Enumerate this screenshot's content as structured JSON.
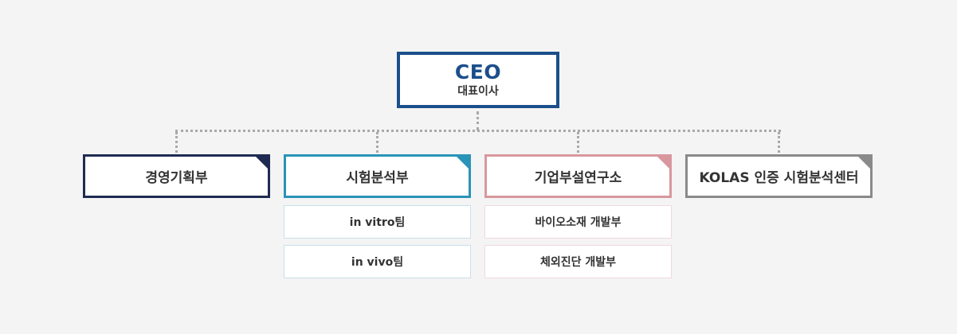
{
  "ceo": {
    "title": "CEO",
    "subtitle": "대표이사"
  },
  "departments": [
    {
      "label": "경영기획부",
      "color": "#1f2b52",
      "teams": []
    },
    {
      "label": "시험분석부",
      "color": "#2a93b8",
      "teams": [
        "in vitro팀",
        "in vivo팀"
      ]
    },
    {
      "label": "기업부설연구소",
      "color": "#d8979e",
      "teams": [
        "바이오소재 개발부",
        "체외진단 개발부"
      ]
    },
    {
      "label": "KOLAS 인증 시험분석센터",
      "color": "#8a8a8a",
      "teams": []
    }
  ],
  "colors": {
    "ceo_border": "#1b4f8a",
    "connector": "#a9a9a9",
    "background": "#f4f4f4"
  }
}
